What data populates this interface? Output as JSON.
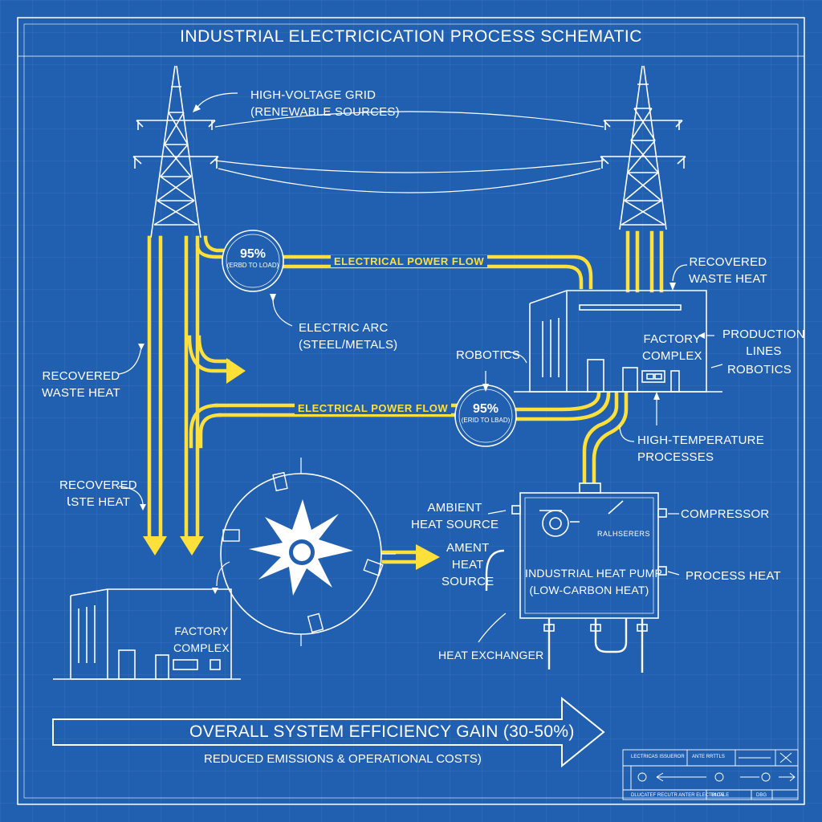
{
  "title": "INDUSTRIAL ELECTRICICATION PROCESS SCHEMATIC",
  "grid_label": "HIGH-VOLTAGE GRID\n(RENEWABLE SOURCES)",
  "flow_label_top": "ELECTRICAL POWER FLOW",
  "flow_label_mid": "ELECTRICAL POWER FLOW",
  "efficiency_top": {
    "value": "95%",
    "sub": "(ERBD TO LOAD)"
  },
  "efficiency_mid": {
    "value": "95%",
    "sub": "(ERID TO LBAD)"
  },
  "electric_arc": "ELECTRIC ARC\n(STEEL/METALS)",
  "recovered_heat_left": "RECOVERED\nWASTE HEAT",
  "recovered_heat_left2": "RECOVERED\nꙆSTE HEAT",
  "recovered_heat_right": "RECOVERED\nWASTE HEAT",
  "factory_right": {
    "name": "FACTORY\nCOMPLEX",
    "production_lines": "PRODUCTION\nLINES",
    "robotics_right": "ROBOTICS",
    "robotics_left": "ROBOTICS"
  },
  "high_temp": "HIGH-TEMPERATURE\nPROCESSES",
  "ambient_heat": "AMBIENT\nHEAT SOURCE",
  "ament_heat": "AMENT\nHEAT\nSOURCE",
  "compressor": "COMPRESSOR",
  "process_heat": "PROCESS HEAT",
  "heat_pump": "INDUSTRIAL HEAT PUMP\n(LOW-CARBON HEAT)",
  "heat_pump_panel": "RALHSERERS",
  "heat_exchanger": "HEAT EXCHANGER",
  "factory_left": "FACTORY\nCOMPLEX",
  "overall_gain": "OVERALL SYSTEM EFFICIENCY GAIN (30-50%)",
  "gain_sub": "REDUCED EMISSIONS & OPERATIONAL COSTS)",
  "title_block": {
    "row1": "LECTRICAS ISSUEROR",
    "row1b": "ANTE RRTTLS",
    "row3": "DLUCATEF RECUTR ANTER ELECTRICALE",
    "row3b": "DUTE",
    "row3c": "DBG"
  },
  "colors": {
    "background": "#2160b0",
    "line": "#ffffff",
    "flow": "#ffe03a"
  }
}
